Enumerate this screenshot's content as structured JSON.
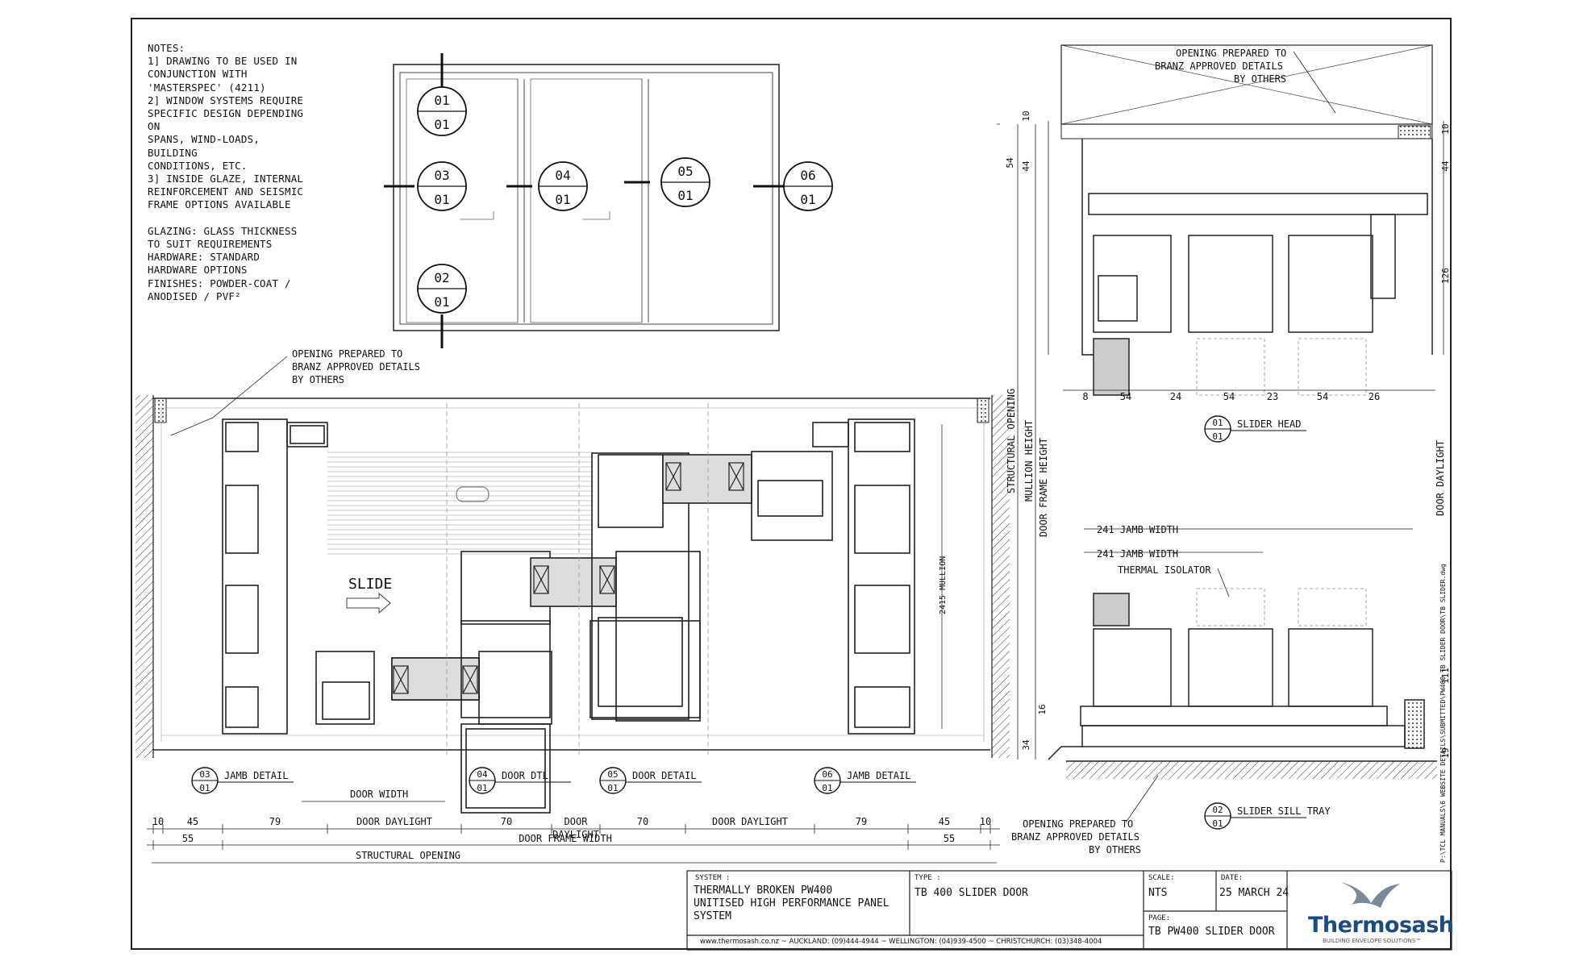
{
  "notes": {
    "lines": [
      "NOTES:",
      "1] DRAWING TO BE USED IN",
      "CONJUNCTION WITH",
      "'MASTERSPEC' (4211)",
      "2] WINDOW SYSTEMS REQUIRE",
      "SPECIFIC DESIGN DEPENDING ON",
      "SPANS, WIND-LOADS, BUILDING",
      "CONDITIONS, ETC.",
      "3] INSIDE GLAZE, INTERNAL",
      "REINFORCEMENT AND SEISMIC",
      "FRAME OPTIONS AVAILABLE",
      "",
      "GLAZING:    GLASS THICKNESS",
      "TO SUIT REQUIREMENTS",
      "HARDWARE:  STANDARD",
      "HARDWARE OPTIONS",
      "FINISHES:    POWDER-COAT /",
      "ANODISED / PVF²"
    ]
  },
  "callouts": {
    "opening_prepared": [
      "OPENING PREPARED TO",
      "BRANZ APPROVED DETAILS",
      "BY OTHERS"
    ],
    "slide": "SLIDE",
    "thermal_isolator": "THERMAL ISOLATOR",
    "mullion": "2415 MULLION"
  },
  "elevation_markers": [
    {
      "top": "01",
      "bottom": "01"
    },
    {
      "top": "03",
      "bottom": "01"
    },
    {
      "top": "04",
      "bottom": "01"
    },
    {
      "top": "05",
      "bottom": "01"
    },
    {
      "top": "06",
      "bottom": "01"
    },
    {
      "top": "02",
      "bottom": "01"
    }
  ],
  "detail_tags": [
    {
      "top": "03",
      "bottom": "01",
      "label": "JAMB DETAIL"
    },
    {
      "top": "04",
      "bottom": "01",
      "label": "DOOR DTL"
    },
    {
      "top": "05",
      "bottom": "01",
      "label": "DOOR DETAIL"
    },
    {
      "top": "06",
      "bottom": "01",
      "label": "JAMB DETAIL"
    },
    {
      "top": "01",
      "bottom": "01",
      "label": "SLIDER HEAD"
    },
    {
      "top": "02",
      "bottom": "01",
      "label": "SLIDER SILL TRAY"
    }
  ],
  "plan_dimensions": {
    "row1": [
      "10",
      "45",
      "79",
      "DOOR DAYLIGHT",
      "70",
      "DOOR",
      "70",
      "DOOR DAYLIGHT",
      "79",
      "45",
      "10"
    ],
    "door_daylight_2": "DAYLIGHT",
    "row2": [
      "55",
      "DOOR FRAME WIDTH",
      "55"
    ],
    "row3": "STRUCTURAL OPENING",
    "door_width": "DOOR WIDTH"
  },
  "section_dimensions": {
    "head_top": [
      "10",
      "54",
      "44",
      "126"
    ],
    "head_bottom": [
      "8",
      "54",
      "24",
      "54",
      "23",
      "54",
      "26"
    ],
    "head_right": [
      "10",
      "44",
      "126"
    ],
    "sill_left": [
      "16",
      "34"
    ],
    "sill_right": [
      "111",
      "19"
    ],
    "jamb_width": "241 JAMB WIDTH",
    "vertical_labels": [
      "STRUCTURAL OPENING",
      "MULLION HEIGHT",
      "DOOR FRAME HEIGHT",
      "DOOR DAYLIGHT"
    ]
  },
  "title_block": {
    "system_label": "SYSTEM :",
    "system": "THERMALLY BROKEN PW400\nUNITISED HIGH PERFORMANCE PANEL\nSYSTEM",
    "type_label": "TYPE :",
    "type": "TB 400 SLIDER DOOR",
    "scale_label": "SCALE:",
    "scale": "NTS",
    "date_label": "DATE:",
    "date": "25 MARCH 24",
    "page_label": "PAGE:",
    "page": "TB PW400 SLIDER DOOR",
    "footer": "www.thermosash.co.nz  ~  AUCKLAND: (09)444-4944  ~  WELLINGTON: (04)939-4500  ~  CHRISTCHURCH: (03)348-4004",
    "file_path": "P:\\TCL MANUALS\\6 WEBSITE DETAILS\\SUBMITTED\\PW400 TB SLIDER DOOR\\TB SLIDER.dwg"
  },
  "logo": {
    "name": "Thermosash",
    "tagline": "BUILDING ENVELOPE SOLUTIONS™"
  }
}
